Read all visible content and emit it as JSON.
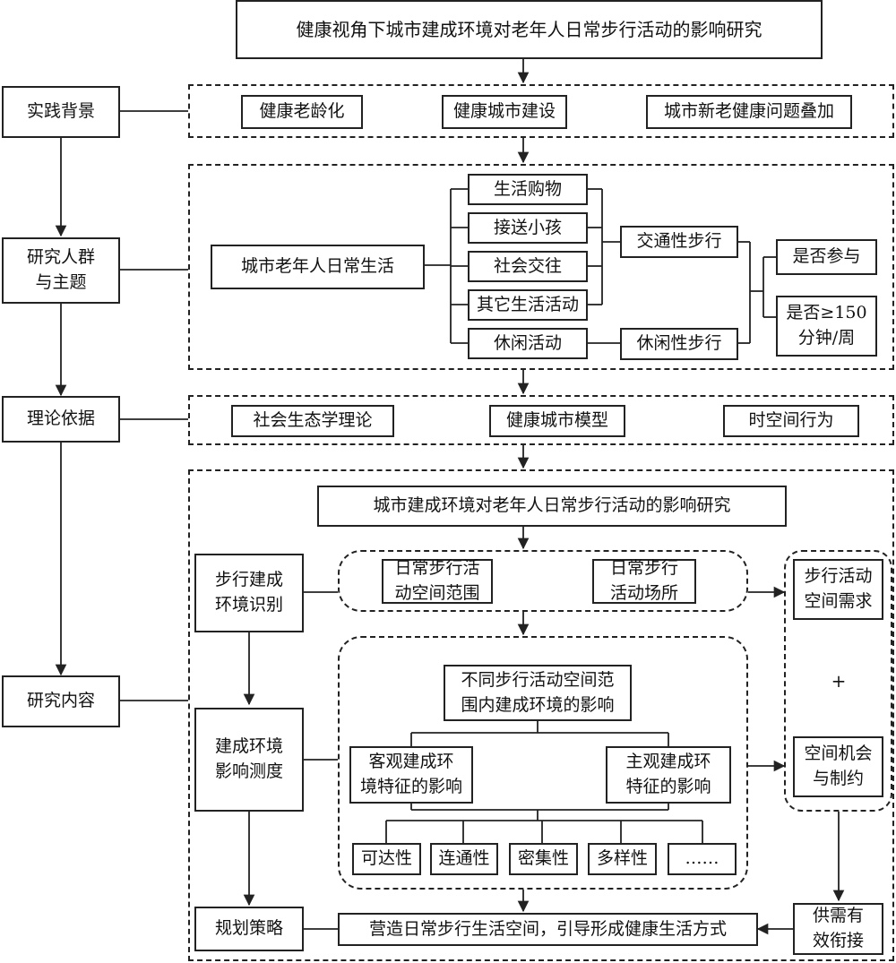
{
  "title": "健康视角下城市建成环境对老年人日常步行活动的影响研究",
  "left_column": {
    "practice": "实践背景",
    "population": "研究人群\n与主题",
    "theory": "理论依据",
    "content": "研究内容"
  },
  "practice_items": [
    "健康老龄化",
    "健康城市建设",
    "城市新老健康问题叠加"
  ],
  "population_section": {
    "root": "城市老年人日常生活",
    "activities": [
      "生活购物",
      "接送小孩",
      "社会交往",
      "其它生活活动",
      "休闲活动"
    ],
    "traffic_walk": "交通性步行",
    "leisure_walk": "休闲性步行",
    "q_participate": "是否参与",
    "q_150": "是否≥150\n分钟/周"
  },
  "theory_items": [
    "社会生态学理论",
    "健康城市模型",
    "时空间行为"
  ],
  "content_section": {
    "main": "城市建成环境对老年人日常步行活动的影响研究",
    "identify": "步行建成\n环境识别",
    "measure": "建成环境\n影响测度",
    "strategy": "规划策略",
    "range": "日常步行活\n动空间范围",
    "place": "日常步行\n活动场所",
    "diff_range": "不同步行活动空间范\n围内建成环境的影响",
    "objective": "客观建成环\n境特征的影响",
    "subjective": "主观建成环\n特征的影响",
    "factors": [
      "可达性",
      "连通性",
      "密集性",
      "多样性",
      "……"
    ],
    "demand": "步行活动\n空间需求",
    "plus": "+",
    "opportunity": "空间机会\n与制约",
    "balance": "供需有\n效衔接",
    "final": "营造日常步行生活空间，引导形成健康生活方式"
  }
}
